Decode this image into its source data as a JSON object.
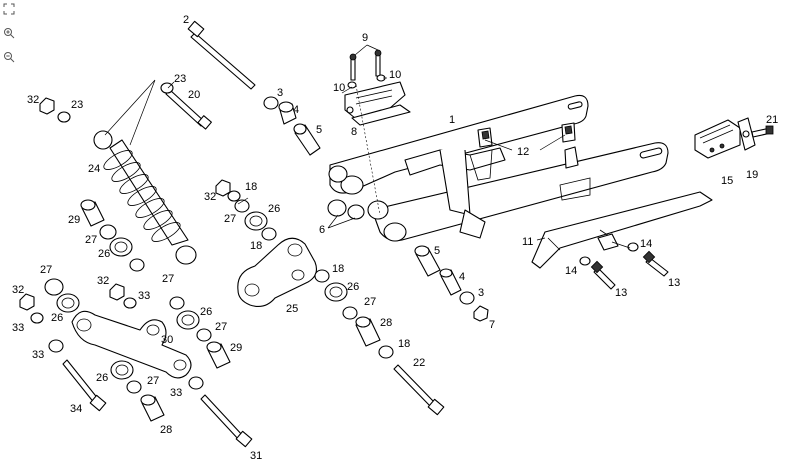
{
  "toolbar": {
    "buttons": [
      {
        "name": "fit-screen-button",
        "icon": "fit-screen-icon"
      },
      {
        "name": "zoom-in-button",
        "icon": "zoom-in-icon"
      },
      {
        "name": "zoom-out-button",
        "icon": "zoom-out-icon"
      }
    ]
  },
  "callouts": [
    {
      "id": "lbl-1",
      "text": "1"
    },
    {
      "id": "lbl-2",
      "text": "2"
    },
    {
      "id": "lbl-3a",
      "text": "3"
    },
    {
      "id": "lbl-3b",
      "text": "3"
    },
    {
      "id": "lbl-4a",
      "text": "4"
    },
    {
      "id": "lbl-4b",
      "text": "4"
    },
    {
      "id": "lbl-5a",
      "text": "5"
    },
    {
      "id": "lbl-5b",
      "text": "5"
    },
    {
      "id": "lbl-6",
      "text": "6"
    },
    {
      "id": "lbl-7",
      "text": "7"
    },
    {
      "id": "lbl-8",
      "text": "8"
    },
    {
      "id": "lbl-9",
      "text": "9"
    },
    {
      "id": "lbl-10a",
      "text": "10"
    },
    {
      "id": "lbl-10b",
      "text": "10"
    },
    {
      "id": "lbl-11",
      "text": "11"
    },
    {
      "id": "lbl-12",
      "text": "12"
    },
    {
      "id": "lbl-13a",
      "text": "13"
    },
    {
      "id": "lbl-13b",
      "text": "13"
    },
    {
      "id": "lbl-14a",
      "text": "14"
    },
    {
      "id": "lbl-14b",
      "text": "14"
    },
    {
      "id": "lbl-15",
      "text": "15"
    },
    {
      "id": "lbl-18a",
      "text": "18"
    },
    {
      "id": "lbl-18b",
      "text": "18"
    },
    {
      "id": "lbl-18c",
      "text": "18"
    },
    {
      "id": "lbl-18d",
      "text": "18"
    },
    {
      "id": "lbl-19",
      "text": "19"
    },
    {
      "id": "lbl-20",
      "text": "20"
    },
    {
      "id": "lbl-21",
      "text": "21"
    },
    {
      "id": "lbl-22",
      "text": "22"
    },
    {
      "id": "lbl-23a",
      "text": "23"
    },
    {
      "id": "lbl-23b",
      "text": "23"
    },
    {
      "id": "lbl-24",
      "text": "24"
    },
    {
      "id": "lbl-25",
      "text": "25"
    },
    {
      "id": "lbl-26a",
      "text": "26"
    },
    {
      "id": "lbl-26b",
      "text": "26"
    },
    {
      "id": "lbl-26c",
      "text": "26"
    },
    {
      "id": "lbl-26d",
      "text": "26"
    },
    {
      "id": "lbl-26e",
      "text": "26"
    },
    {
      "id": "lbl-26f",
      "text": "26"
    },
    {
      "id": "lbl-27a",
      "text": "27"
    },
    {
      "id": "lbl-27b",
      "text": "27"
    },
    {
      "id": "lbl-27c",
      "text": "27"
    },
    {
      "id": "lbl-27d",
      "text": "27"
    },
    {
      "id": "lbl-27e",
      "text": "27"
    },
    {
      "id": "lbl-27f",
      "text": "27"
    },
    {
      "id": "lbl-27g",
      "text": "27"
    },
    {
      "id": "lbl-28a",
      "text": "28"
    },
    {
      "id": "lbl-28b",
      "text": "28"
    },
    {
      "id": "lbl-29a",
      "text": "29"
    },
    {
      "id": "lbl-29b",
      "text": "29"
    },
    {
      "id": "lbl-30",
      "text": "30"
    },
    {
      "id": "lbl-31",
      "text": "31"
    },
    {
      "id": "lbl-32a",
      "text": "32"
    },
    {
      "id": "lbl-32b",
      "text": "32"
    },
    {
      "id": "lbl-32c",
      "text": "32"
    },
    {
      "id": "lbl-32d",
      "text": "32"
    },
    {
      "id": "lbl-33a",
      "text": "33"
    },
    {
      "id": "lbl-33b",
      "text": "33"
    },
    {
      "id": "lbl-33c",
      "text": "33"
    },
    {
      "id": "lbl-33d",
      "text": "33"
    },
    {
      "id": "lbl-34",
      "text": "34"
    }
  ]
}
